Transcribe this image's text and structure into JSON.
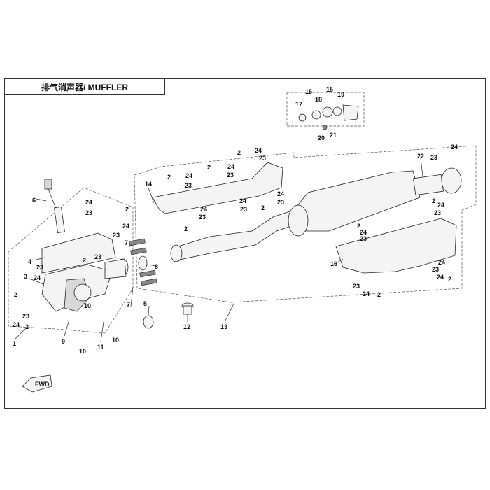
{
  "header": {
    "title": "排气消声器/ MUFFLER"
  },
  "fwd_label": "FWD",
  "callouts": {
    "c1": "1",
    "c2a": "2",
    "c2b": "2",
    "c2c": "2",
    "c2d": "2",
    "c2e": "2",
    "c2f": "2",
    "c2g": "2",
    "c2h": "2",
    "c2i": "2",
    "c2j": "2",
    "c2k": "2",
    "c2l": "2",
    "c2m": "2",
    "c3": "3",
    "c4": "4",
    "c5": "5",
    "c6": "6",
    "c7a": "7",
    "c7b": "7",
    "c8": "8",
    "c9": "9",
    "c10a": "10",
    "c10b": "10",
    "c10c": "10",
    "c11": "11",
    "c12": "12",
    "c13": "13",
    "c14": "14",
    "c15a": "15",
    "c15b": "15",
    "c16": "16",
    "c17": "17",
    "c18": "18",
    "c19": "19",
    "c20": "20",
    "c21": "21",
    "c22": "22",
    "c23a": "23",
    "c23b": "23",
    "c23c": "23",
    "c23d": "23",
    "c23e": "23",
    "c23f": "23",
    "c23g": "23",
    "c23h": "23",
    "c23i": "23",
    "c23j": "23",
    "c23k": "23",
    "c23l": "23",
    "c23m": "23",
    "c23n": "23",
    "c23o": "23",
    "c23p": "23",
    "c24a": "24",
    "c24b": "24",
    "c24c": "24",
    "c24d": "24",
    "c24e": "24",
    "c24f": "24",
    "c24g": "24",
    "c24h": "24",
    "c24i": "24",
    "c24j": "24",
    "c24k": "24",
    "c24l": "24",
    "c24m": "24",
    "c24n": "24",
    "c24o": "24",
    "c24p": "24"
  }
}
